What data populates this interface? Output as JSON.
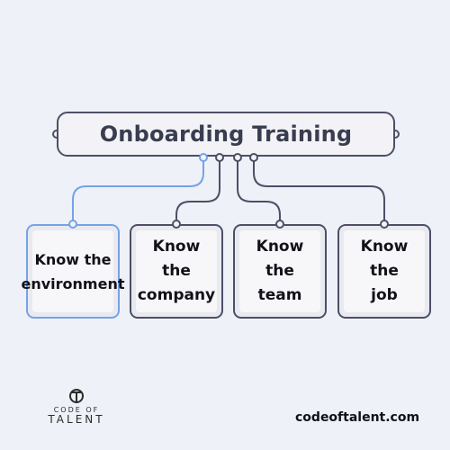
{
  "title": "Onboarding Training",
  "cards": [
    {
      "label": "Know the\nenvironment",
      "accent": "#75a3e6"
    },
    {
      "label": "Know the\ncompany",
      "accent": "#4d4f67"
    },
    {
      "label": "Know the\nteam",
      "accent": "#4d4f67"
    },
    {
      "label": "Know the\njob",
      "accent": "#4d4f67"
    }
  ],
  "logo": {
    "line1": "CODE OF",
    "line2": "TALENT"
  },
  "website": "codeoftalent.com",
  "colors": {
    "background": "#eef1f7",
    "dark": "#4d4f67",
    "blue": "#75a3e6"
  }
}
